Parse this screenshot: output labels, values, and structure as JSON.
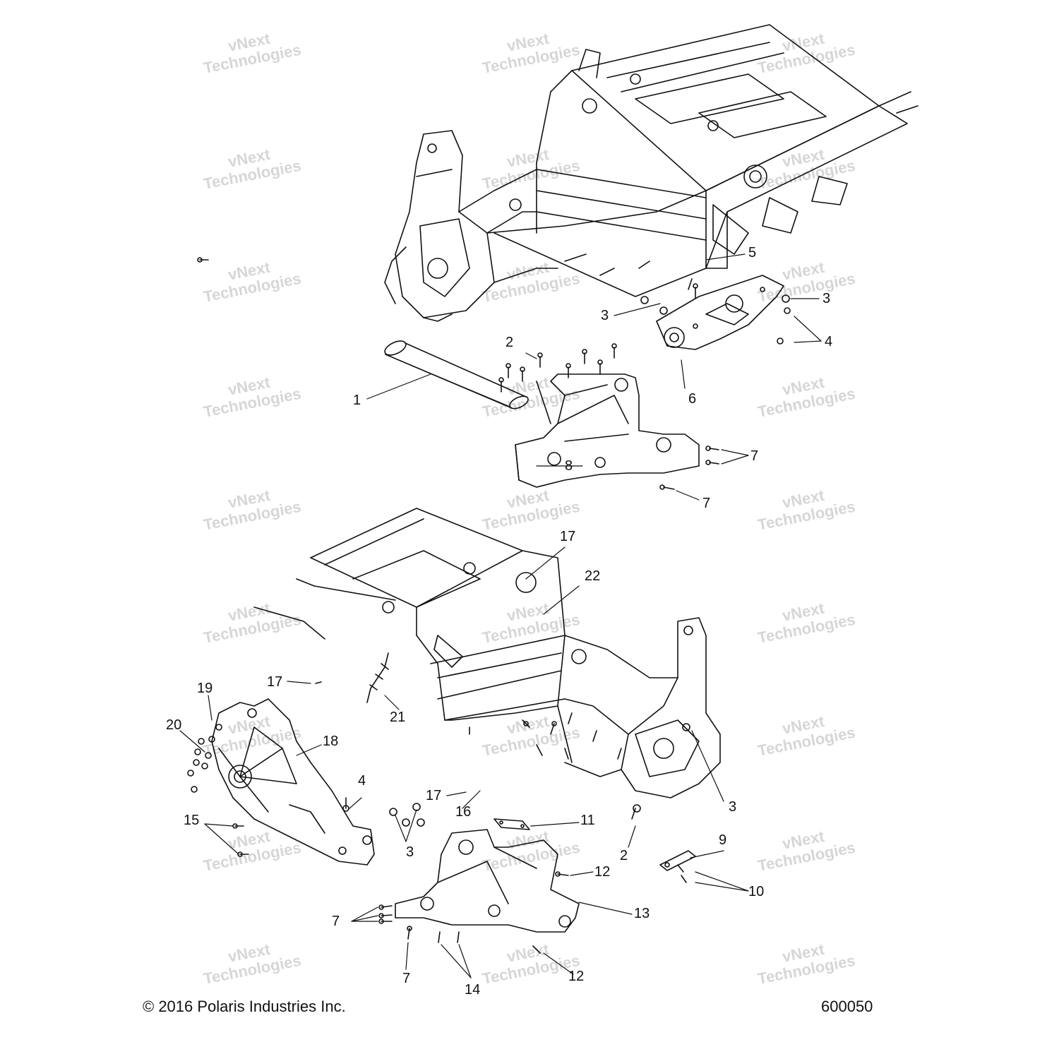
{
  "watermark": {
    "line1": "vNext",
    "line2": "Technologies"
  },
  "callouts": {
    "c1": "1",
    "c2a": "2",
    "c2b": "2",
    "c3a": "3",
    "c3b": "3",
    "c3c": "3",
    "c3d": "3",
    "c4a": "4",
    "c4b": "4",
    "c5": "5",
    "c6": "6",
    "c7a": "7",
    "c7b": "7",
    "c7c": "7",
    "c7d": "7",
    "c8": "8",
    "c9": "9",
    "c10": "10",
    "c11": "11",
    "c12a": "12",
    "c12b": "12",
    "c13": "13",
    "c14": "14",
    "c15": "15",
    "c16": "16",
    "c17a": "17",
    "c17b": "17",
    "c17c": "17",
    "c18": "18",
    "c19": "19",
    "c20": "20",
    "c21": "21",
    "c22": "22"
  },
  "footer": {
    "copyright": "© 2016 Polaris Industries Inc.",
    "diagram_number": "600050"
  }
}
